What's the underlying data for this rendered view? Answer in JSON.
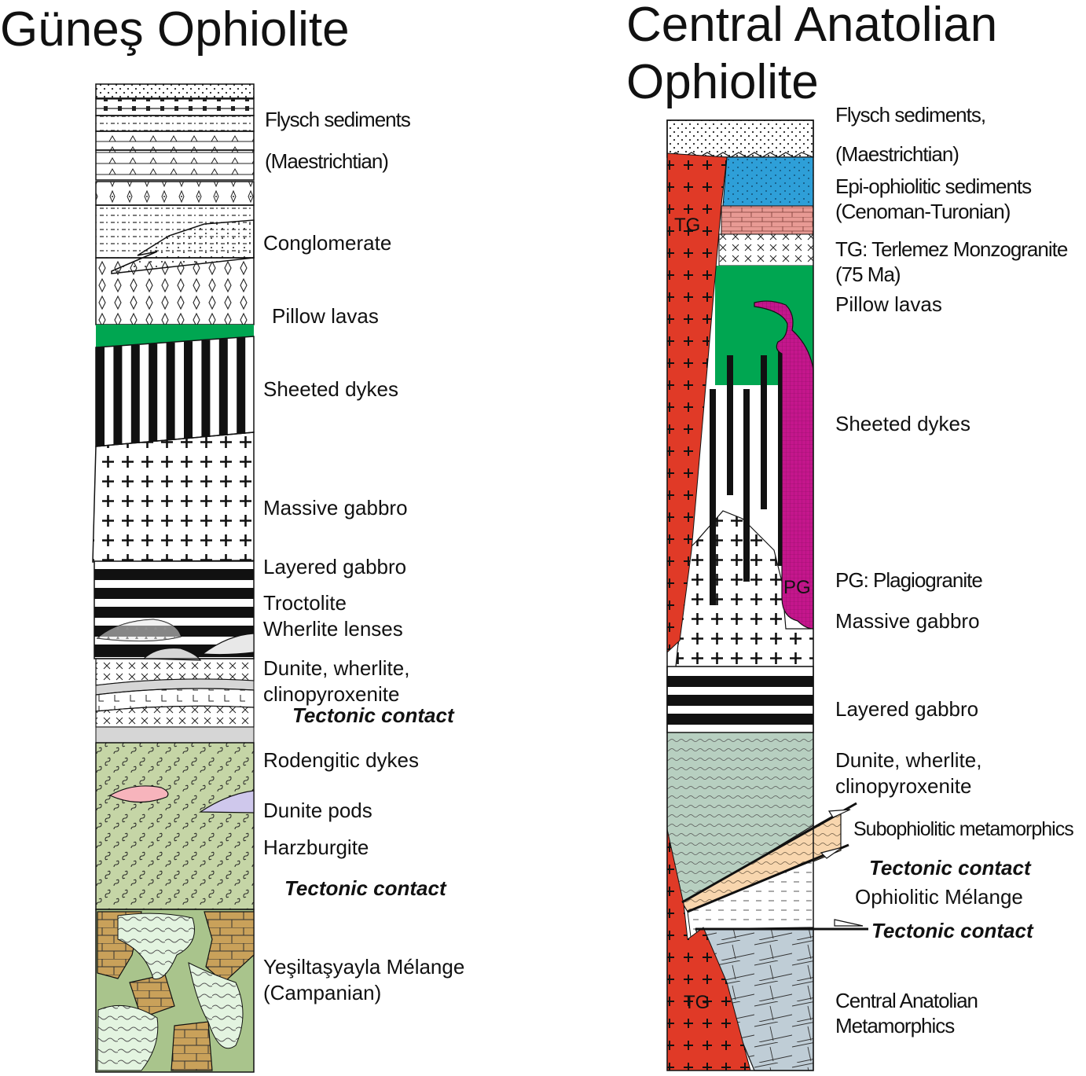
{
  "left": {
    "title": "Güneş Ophiolite",
    "labels": {
      "flysch": "Flysch sediments",
      "maestrichtian": "(Maestrichtian)",
      "conglomerate": "Conglomerate",
      "pillow": "Pillow lavas",
      "sheeted": "Sheeted dykes",
      "massive": "Massive gabbro",
      "layered": "Layered gabbro",
      "troctolite": "Troctolite",
      "wherlite_lenses": "Wherlite lenses",
      "dunite1": "Dunite, wherlite,",
      "dunite2": "clinopyroxenite",
      "tectonic1": "Tectonic contact",
      "rodengitic": "Rodengitic dykes",
      "dunite_pods": "Dunite pods",
      "harzburgite": "Harzburgite",
      "tectonic2": "Tectonic contact",
      "melange1": "Yeşiltaşyayla Mélange",
      "melange2": "(Campanian)"
    }
  },
  "right": {
    "title_line1": "Central Anatolian",
    "title_line2": "Ophiolite",
    "labels": {
      "flysch": "Flysch sediments,",
      "maestrichtian": "(Maestrichtian)",
      "epi1": "Epi-ophiolitic sediments",
      "epi2": "(Cenoman-Turonian)",
      "tg1": "TG: Terlemez Monzogranite",
      "tg2": "(75 Ma)",
      "pillow": "Pillow lavas",
      "sheeted": "Sheeted dykes",
      "pg": "PG: Plagiogranite",
      "massive": "Massive gabbro",
      "layered": "Layered gabbro",
      "dunite1": "Dunite, wherlite,",
      "dunite2": "clinopyroxenite",
      "subophiolitic": "Subophiolitic metamorphics",
      "tectonic1": "Tectonic contact",
      "melange": "Ophiolitic Mélange",
      "tectonic2": "Tectonic contact",
      "cam1": "Central Anatolian",
      "cam2": "Metamorphics"
    },
    "marks": {
      "tg_top": "TG",
      "tg_bottom": "TG",
      "pg": "PG"
    }
  },
  "colors": {
    "pillow_green": "#00a651",
    "granite_red": "#e03a27",
    "epi_blue": "#2e9fd8",
    "brick_pink": "#e89a94",
    "plagiogranite_magenta": "#c4168c",
    "peridotite_green": "#c5d5a6",
    "mantle_gray_green": "#b7cfc0",
    "melange_brown": "#c9a15a",
    "melange_light_green": "#e3f4e0",
    "metamorphic_blue_gray": "#bfcdd6",
    "subophiolitic_tan": "#f8d6ae",
    "dunite_pod_pink": "#f7b4bc",
    "dunite_pod_lavender": "#cfc8ec",
    "lens_gray": "#d6d6d6"
  }
}
